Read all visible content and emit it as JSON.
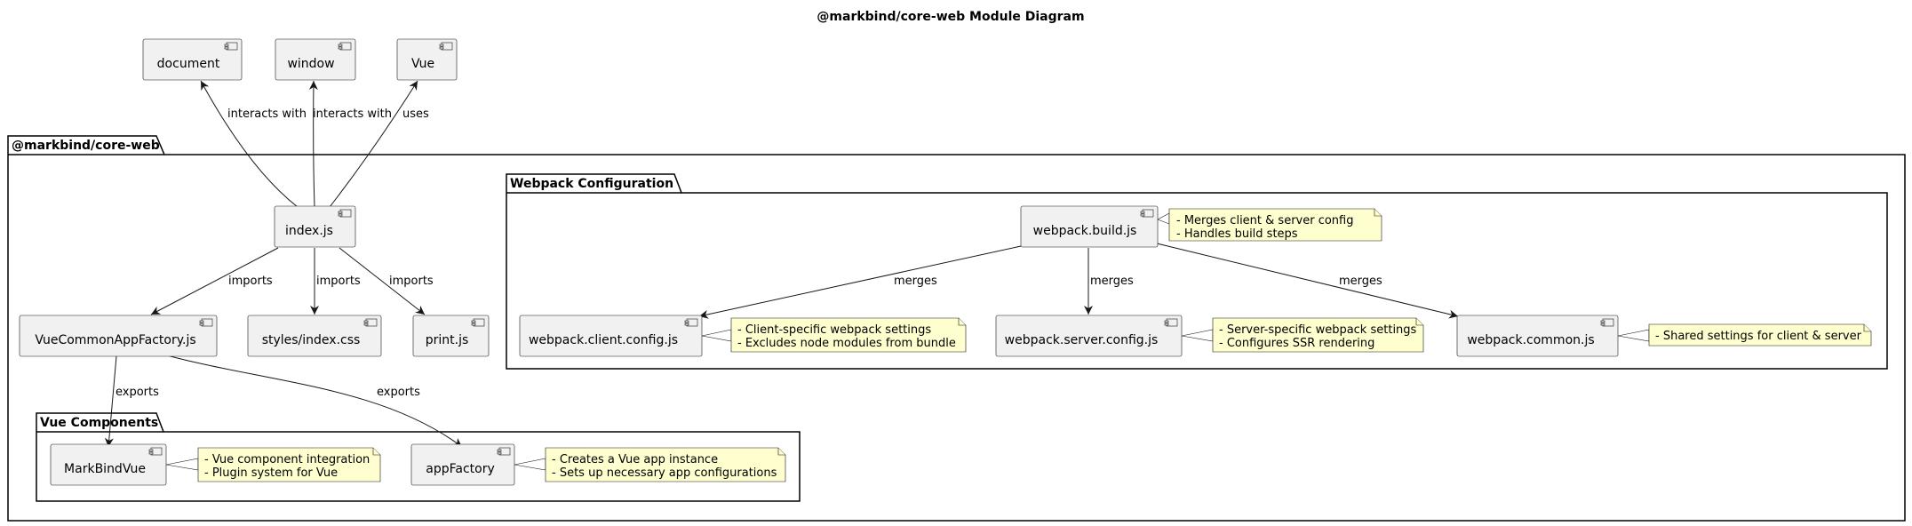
{
  "title": "@markbind/core-web Module Diagram",
  "packages": {
    "core_web": "@markbind/core-web",
    "webpack": "Webpack Configuration",
    "vue_components": "Vue Components"
  },
  "components": {
    "document": "document",
    "window": "window",
    "vue": "Vue",
    "index": "index.js",
    "vue_common_app_factory": "VueCommonAppFactory.js",
    "styles": "styles/index.css",
    "print": "print.js",
    "markbind_vue": "MarkBindVue",
    "app_factory": "appFactory",
    "webpack_build": "webpack.build.js",
    "webpack_client": "webpack.client.config.js",
    "webpack_server": "webpack.server.config.js",
    "webpack_common": "webpack.common.js"
  },
  "edges": {
    "index_document": "interacts with",
    "index_window": "interacts with",
    "index_vue": "uses",
    "index_vcaf": "imports",
    "index_styles": "imports",
    "index_print": "imports",
    "vcaf_markbindvue": "exports",
    "vcaf_appfactory": "exports",
    "build_client": "merges",
    "build_server": "merges",
    "build_common": "merges"
  },
  "notes": {
    "webpack_build": [
      "- Merges client & server config",
      "- Handles build steps"
    ],
    "webpack_client": [
      "- Client-specific webpack settings",
      "- Excludes node modules from bundle"
    ],
    "webpack_server": [
      "- Server-specific webpack settings",
      "- Configures SSR rendering"
    ],
    "webpack_common": [
      "- Shared settings for client & server"
    ],
    "markbind_vue": [
      "- Vue component integration",
      "- Plugin system for Vue"
    ],
    "app_factory": [
      "- Creates a Vue app instance",
      "- Sets up necessary app configurations"
    ]
  }
}
